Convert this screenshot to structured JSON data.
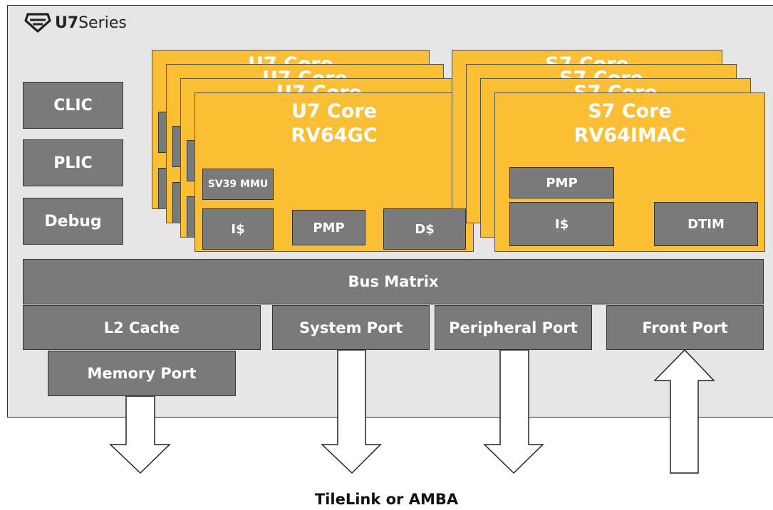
{
  "logo": {
    "brand": "U7",
    "series": "Series"
  },
  "side_blocks": [
    "CLIC",
    "PLIC",
    "Debug"
  ],
  "u7_core": {
    "title": "U7 Core",
    "isa": "RV64GC",
    "mmu": "SV39 MMU",
    "icache": "I$",
    "pmp": "PMP",
    "dcache": "D$"
  },
  "s7_core": {
    "title": "S7 Core",
    "isa": "RV64IMAC",
    "pmp": "PMP",
    "icache": "I$",
    "dtim": "DTIM"
  },
  "bus_matrix": "Bus Matrix",
  "ports": {
    "l2_cache": "L2 Cache",
    "system": "System Port",
    "peripheral": "Peripheral Port",
    "front": "Front Port",
    "memory": "Memory Port"
  },
  "caption": "TileLink or AMBA",
  "colors": {
    "core": "#fbbf36",
    "block": "#7a7a7a",
    "background": "#e6e6e6"
  }
}
